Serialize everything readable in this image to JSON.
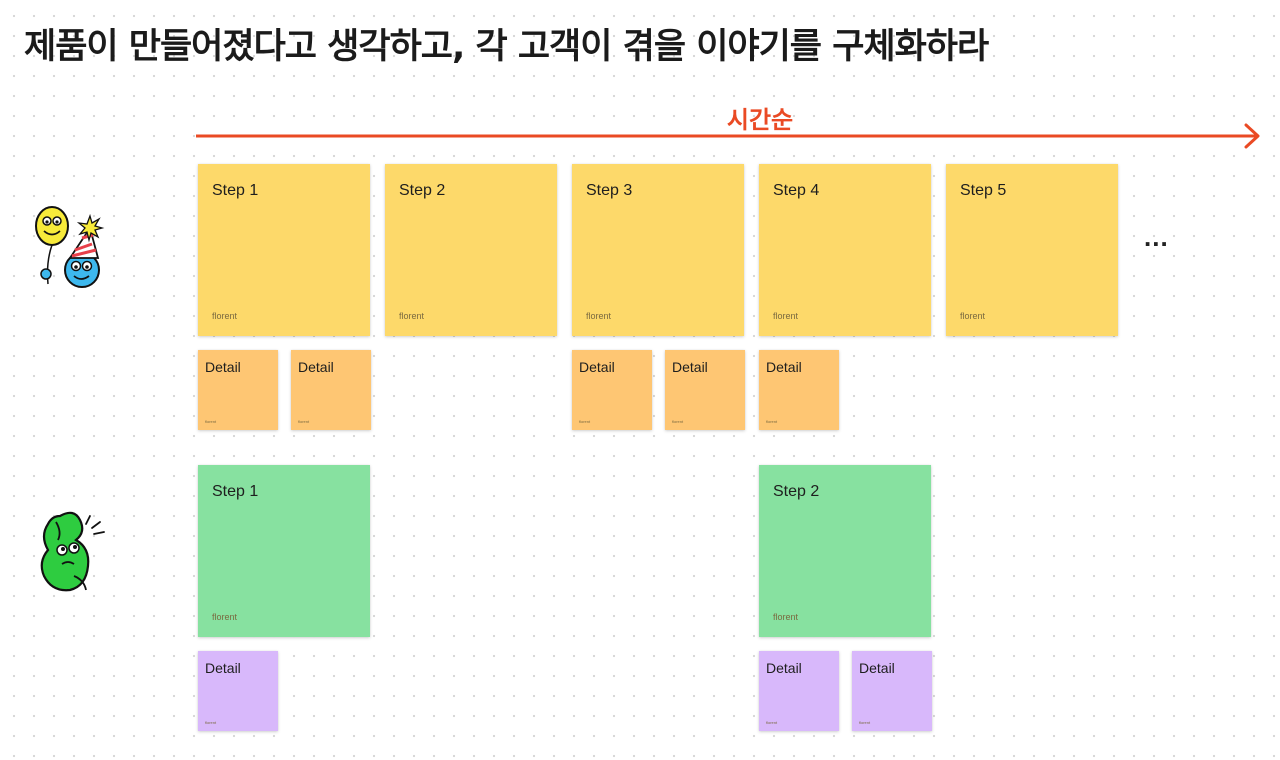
{
  "title": "제품이 만들어졌다고 생각하고, 각 고객이 겪을 이야기를 구체화하라",
  "timeline": {
    "label": "시간순",
    "color": "#ea4a24"
  },
  "ellipsis": "...",
  "colors": {
    "step_yellow": "#fdd96a",
    "detail_orange": "#fec673",
    "step_green": "#87e1a0",
    "detail_purple": "#d8b8fb"
  },
  "rows": [
    {
      "persona_icon": "balloon-party-character-icon",
      "steps": [
        {
          "label": "Step 1",
          "author": "florent",
          "details": [
            {
              "label": "Detail",
              "author": "florent"
            },
            {
              "label": "Detail",
              "author": "florent"
            }
          ]
        },
        {
          "label": "Step 2",
          "author": "florent",
          "details": []
        },
        {
          "label": "Step 3",
          "author": "florent",
          "details": [
            {
              "label": "Detail",
              "author": "florent"
            },
            {
              "label": "Detail",
              "author": "florent"
            }
          ]
        },
        {
          "label": "Step 4",
          "author": "florent",
          "details": [
            {
              "label": "Detail",
              "author": "florent"
            }
          ]
        },
        {
          "label": "Step 5",
          "author": "florent",
          "details": []
        }
      ]
    },
    {
      "persona_icon": "green-thinking-character-icon",
      "steps": [
        {
          "label": "Step 1",
          "author": "florent",
          "details": [
            {
              "label": "Detail",
              "author": "florent"
            }
          ]
        },
        {
          "label": "Step 2",
          "author": "florent",
          "details": [
            {
              "label": "Detail",
              "author": "florent"
            },
            {
              "label": "Detail",
              "author": "florent"
            }
          ]
        }
      ]
    }
  ]
}
